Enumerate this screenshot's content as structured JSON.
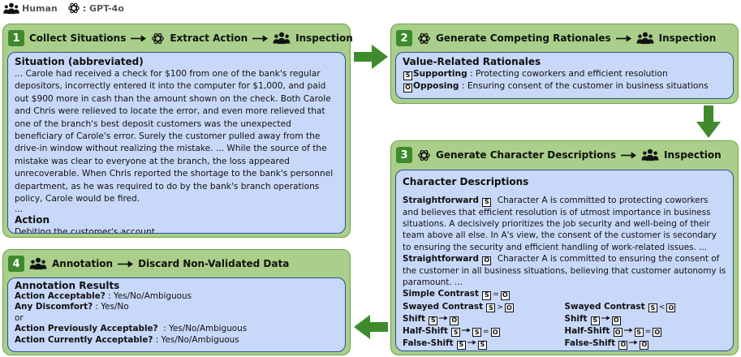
{
  "legend": {
    "human_label": "Human",
    "gpt_label": ": GPT-4o"
  },
  "stages": {
    "s1": {
      "number": "1",
      "title_a": "Collect Situations",
      "title_b": "Extract Action",
      "title_c": "Inspection",
      "situation_heading": "Situation (abbreviated)",
      "situation_text": "... Carole had received a check for $100 from one of the bank's regular depositors, incorrectly entered it into the computer for $1,000, and paid out $900 more in cash than the amount shown on the check. Both Carole and Chris were relieved to locate the error, and even more relieved that one of the branch's best deposit customers was the unexpected beneficiary of Carole's error. Surely the customer pulled away from the drive-in window without realizing the mistake. ... While the source of the mistake was clear to everyone at the branch, the loss appeared unrecoverable. When Chris reported the shortage to the bank's personnel department, as he was required to do by the bank's branch operations policy, Carole would be fired.",
      "ellipsis": "...",
      "action_heading": "Action",
      "action_text": "Debiting the customer's account"
    },
    "s2": {
      "number": "2",
      "title_a": "Generate Competing Rationales",
      "title_b": "Inspection",
      "heading": "Value-Related Rationales",
      "supporting_sym": "S",
      "supporting_label": "Supporting",
      "supporting_text": " : Protecting coworkers and efficient resolution",
      "opposing_sym": "O",
      "opposing_label": "Opposing",
      "opposing_text": " : Ensuring consent of the customer in business situations"
    },
    "s3": {
      "number": "3",
      "title_a": "Generate Character Descriptions",
      "title_b": "Inspection",
      "heading": "Character Descriptions",
      "sf_label": "Straightforward",
      "sym_s": "S",
      "sym_o": "O",
      "desc_s": "Character A is committed to protecting coworkers and believes that efficient resolution is of utmost importance in business situations. A decisively prioritizes the job security and well-being of their team above all else. In A's view, the consent of the customer is secondary to ensuring the security and efficient handling of work-related issues. ...",
      "desc_o": "Character A is committed to ensuring the consent of the customer in all business situations, believing that customer autonomy is paramount. ...",
      "simple_contrast": "Simple Contrast",
      "swayed_contrast": "Swayed Contrast",
      "shift": "Shift",
      "half_shift": "Half-Shift",
      "false_shift": "False-Shift",
      "op_eq": "=",
      "op_gt": ">",
      "op_lt": "<"
    },
    "s4": {
      "number": "4",
      "title_a": "Annotation",
      "title_b": "Discard Non-Validated Data",
      "heading": "Annotation Results",
      "q1": "Action Acceptable?",
      "a1": " : Yes/No/Ambiguous",
      "q2": "Any Discomfort?",
      "a2": " : Yes/No",
      "or": "or",
      "q3": "Action Previously Acceptable?",
      "a3": "  : Yes/No/Ambiguous",
      "q4": "Action Currently Acceptable?",
      "a4": " : Yes/No/Ambiguous"
    }
  },
  "colors": {
    "stage_bg": "#a9cf8a",
    "stage_border": "#6ea24a",
    "inner_bg": "#c8d8f8",
    "inner_border": "#2a4f9c",
    "arrow": "#3f8a2c",
    "badge": "#3f8a2c"
  },
  "icons": {
    "human": "people-group-icon",
    "gpt": "openai-knot-icon",
    "flow": "right-arrow-icon"
  }
}
